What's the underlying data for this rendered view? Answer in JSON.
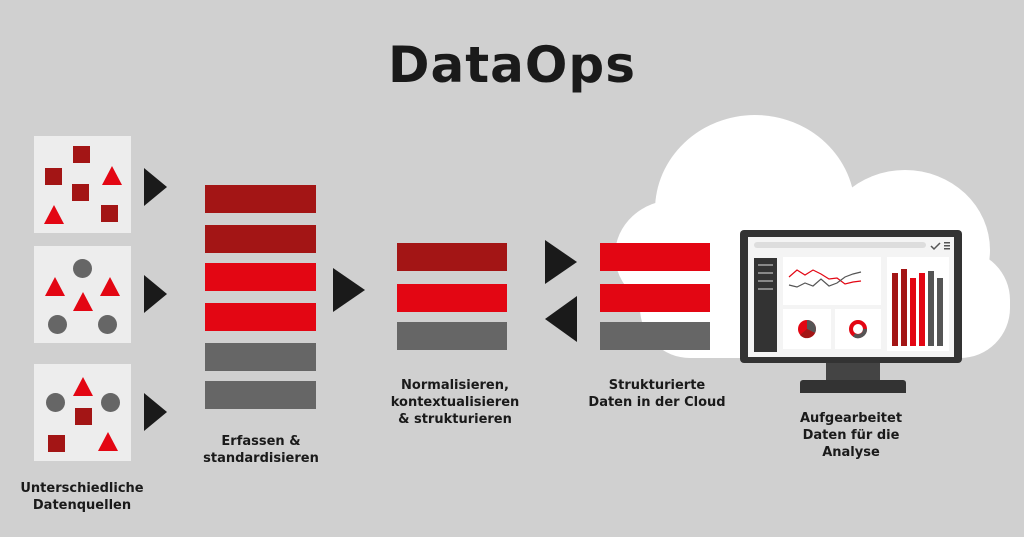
{
  "title": "DataOps",
  "steps": {
    "sources": "Unterschiedliche Datenquellen",
    "capture": "Erfassen & standardisieren",
    "normalize": "Normalisieren, kontextualisieren & strukturieren",
    "cloud": "Strukturierte Daten in der Cloud",
    "analysis": "Aufgearbeitet Daten für die Analyse"
  },
  "colors": {
    "dark_red": "#a31515",
    "red": "#e30613",
    "gray": "#666666",
    "background": "#d0d0d0"
  }
}
